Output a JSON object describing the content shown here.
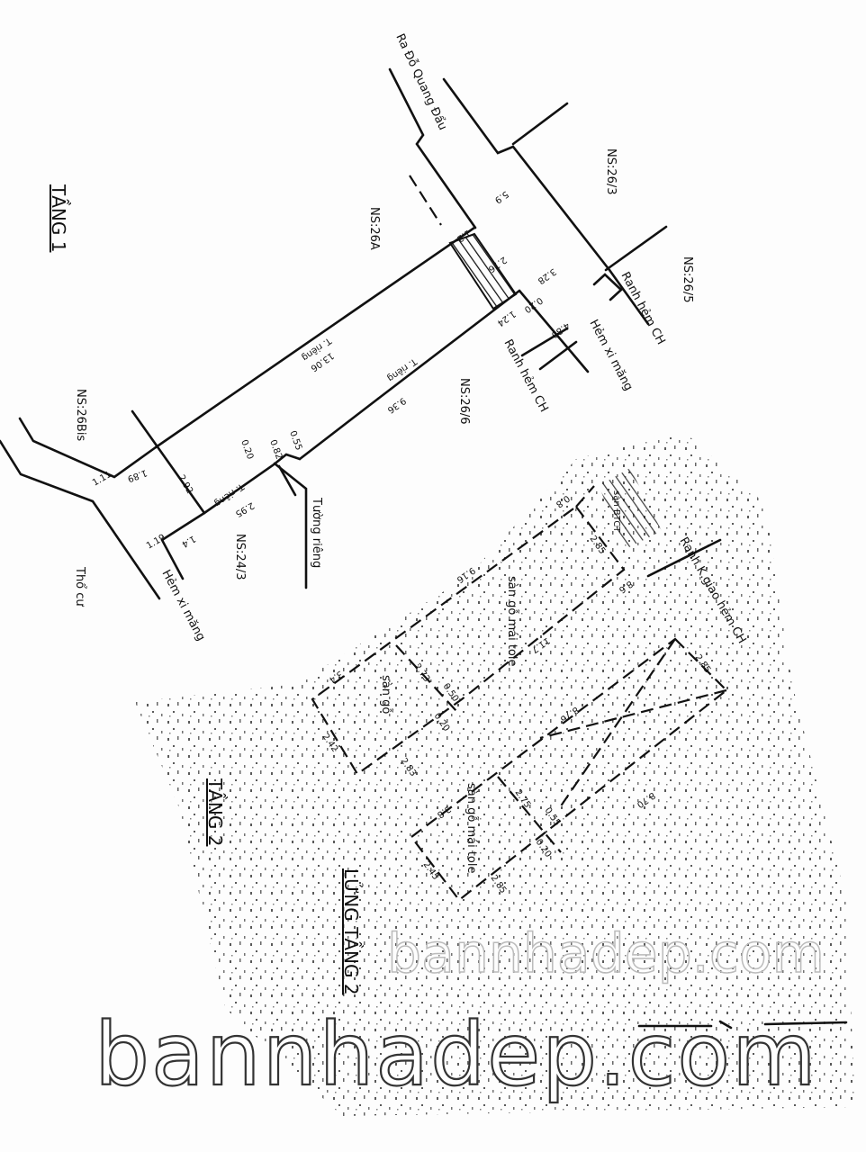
{
  "floor1": {
    "title": "TẦNG 1",
    "street_label": "Ra Đỗ Quang Đẩu",
    "neighbors": [
      "NS:26/3",
      "NS:26A",
      "NS:26/5",
      "NS:26/6",
      "NS:26Bis",
      "NS:24/3"
    ],
    "alley_labels": [
      "Ranh hẻm CH",
      "Hẻm xi măng",
      "Ranh hẻm CH",
      "Hẻm xi măng"
    ],
    "wall_labels": [
      "T. riêng",
      "T. riêng",
      "T. riêng",
      "Tường riêng"
    ],
    "other_labels": [
      "Thổ cư"
    ],
    "dimensions": [
      "5.9",
      "2.76",
      "3.28",
      "0.20",
      "1.24",
      "4.80",
      "1.2",
      "13.06",
      "9.36",
      "1.89",
      "2.92",
      "2.95",
      "1.11",
      "1.19",
      "1.4",
      "0.20",
      "0.82",
      "0.55"
    ]
  },
  "floor2": {
    "title": "TẦNG 2",
    "room_labels": [
      "sàn gỗ mái tole",
      "sàn gỗ",
      "sàn BTCT"
    ],
    "alley_label": "Ranh K.giao hẻm CH",
    "dimensions": [
      "9.16",
      "2.85",
      "3.4",
      "2.73",
      "0.50",
      "0.20",
      "2.83",
      "2.42",
      "11.7",
      "8.6",
      "0.8"
    ]
  },
  "mezzanine": {
    "title": "LỬNG TẦNG 2",
    "room_labels": [
      "sàn gỗ mái tole"
    ],
    "dimensions": [
      "8.76",
      "2.85",
      "3.8",
      "2.75",
      "0.55",
      "0.20",
      "2.85",
      "2.45",
      "8.70"
    ]
  },
  "watermark": {
    "text": "bannhadep.com"
  }
}
